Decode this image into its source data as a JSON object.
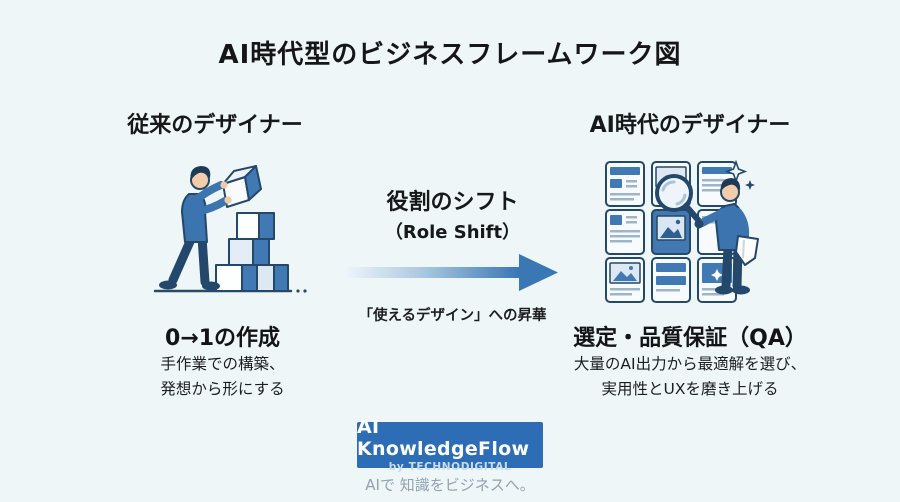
{
  "title": "AI時代型のビジネスフレームワーク図",
  "left_column": {
    "header": "従来のデザイナー",
    "illustration": "person-stacking-blocks",
    "label": "0→1の作成",
    "desc_line1": "手作業での構築、",
    "desc_line2": "発想から形にする"
  },
  "center": {
    "heading": "役割のシフト",
    "subheading": "（Role Shift）",
    "arrow": "right-gradient-arrow",
    "caption": "「使えるデザイン」への昇華"
  },
  "right_column": {
    "header": "AI時代のデザイナー",
    "illustration": "person-reviewing-outputs-with-magnifier",
    "label": "選定・品質保証（QA）",
    "desc_line1": "大量のAI出力から最適解を選び、",
    "desc_line2": "実用性とUXを磨き上げる"
  },
  "footer": {
    "logo_title": "AI KnowledgeFlow",
    "logo_subtitle": "by TECHNODIGITAL",
    "tagline": "AIで 知識をビジネスへ。"
  },
  "colors": {
    "background": "#eef6f7",
    "accent_blue": "#3a77b5",
    "outline_navy": "#24486b",
    "logo_blue": "#2d6db6",
    "text_dark": "#161618",
    "tagline_gray": "#93a2b1"
  }
}
